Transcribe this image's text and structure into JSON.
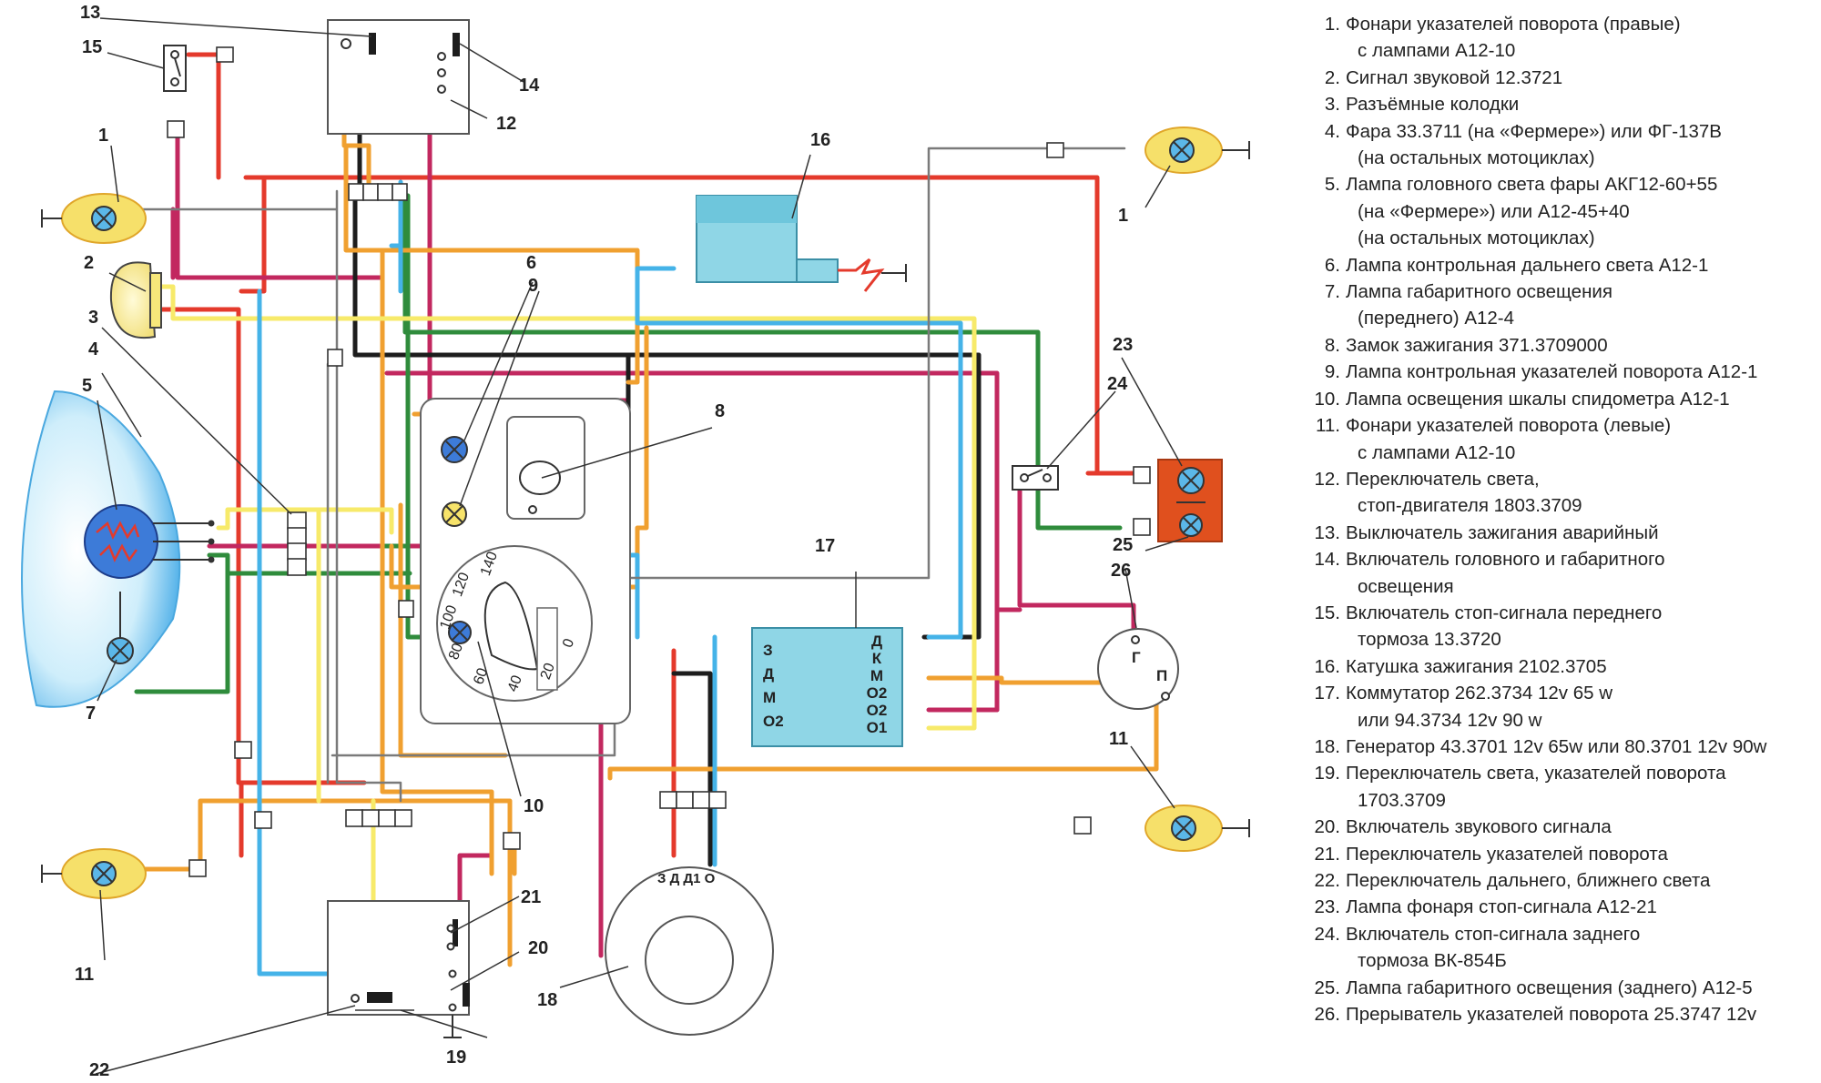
{
  "colors": {
    "red": "#e43a2c",
    "black": "#1d1d1d",
    "green": "#2f8c3c",
    "orange": "#f0a030",
    "magenta": "#c2285f",
    "yellow": "#f7ea6a",
    "blue": "#45b3e8",
    "gray": "#7a7a7a",
    "lamp_fill": "#5bb7e8",
    "lamp_halo": "#f6e06a",
    "box_fill": "#8fd6e6",
    "stop_lamp_box": "#e0501e"
  },
  "callouts": {
    "n1": "1",
    "n2": "2",
    "n3": "3",
    "n4": "4",
    "n5": "5",
    "n6": "6",
    "n7": "7",
    "n8": "8",
    "n9": "9",
    "n10": "10",
    "n11": "11",
    "n12": "12",
    "n13": "13",
    "n14": "14",
    "n15": "15",
    "n16": "16",
    "n17": "17",
    "n18": "18",
    "n19": "19",
    "n20": "20",
    "n21": "21",
    "n22": "22",
    "n23": "23",
    "n24": "24",
    "n25": "25",
    "n26": "26"
  },
  "commutator_pins": {
    "left": [
      "З",
      "Д",
      "М",
      "О2"
    ],
    "right": [
      "Д",
      "К",
      "М",
      "О2",
      "О2",
      "О1"
    ]
  },
  "generator_pins": "З Д Д1 О",
  "breaker_pins": {
    "g": "Г",
    "p": "П"
  },
  "speedometer_ticks": [
    "0",
    "20",
    "40",
    "60",
    "80",
    "100",
    "120",
    "140"
  ],
  "legend": [
    {
      "num": "1.",
      "lines": [
        "Фонари указателей поворота (правые)",
        "с лампами А12-10"
      ]
    },
    {
      "num": "2.",
      "lines": [
        "Сигнал звуковой 12.3721"
      ]
    },
    {
      "num": "3.",
      "lines": [
        "Разъёмные колодки"
      ]
    },
    {
      "num": "4.",
      "lines": [
        "Фара 33.3711 (на «Фермере») или ФГ-137В",
        "(на остальных мотоциклах)"
      ]
    },
    {
      "num": "5.",
      "lines": [
        "Лампа головного света фары АКГ12-60+55",
        "(на «Фермере») или А12-45+40",
        "(на остальных мотоциклах)"
      ]
    },
    {
      "num": "6.",
      "lines": [
        "Лампа контрольная дальнего света А12-1"
      ]
    },
    {
      "num": "7.",
      "lines": [
        "Лампа габаритного освещения",
        "(переднего) А12-4"
      ]
    },
    {
      "num": "8.",
      "lines": [
        "Замок зажигания 371.3709000"
      ]
    },
    {
      "num": "9.",
      "lines": [
        "Лампа контрольная указателей поворота А12-1"
      ]
    },
    {
      "num": "10.",
      "lines": [
        "Лампа освещения шкалы спидометра А12-1"
      ]
    },
    {
      "num": "11.",
      "lines": [
        "Фонари указателей поворота (левые)",
        "с лампами А12-10"
      ]
    },
    {
      "num": "12.",
      "lines": [
        "Переключатель света,",
        "стоп-двигателя 1803.3709"
      ]
    },
    {
      "num": "13.",
      "lines": [
        "Выключатель зажигания аварийный"
      ]
    },
    {
      "num": "14.",
      "lines": [
        "Включатель головного и габаритного",
        "освещения"
      ]
    },
    {
      "num": "15.",
      "lines": [
        "Включатель стоп-сигнала переднего",
        "тормоза 13.3720"
      ]
    },
    {
      "num": "16.",
      "lines": [
        "Катушка зажигания 2102.3705"
      ]
    },
    {
      "num": "17.",
      "lines": [
        "Коммутатор 262.3734 12v 65 w",
        "или 94.3734 12v 90 w"
      ]
    },
    {
      "num": "18.",
      "lines": [
        "Генератор 43.3701 12v 65w или 80.3701 12v 90w"
      ]
    },
    {
      "num": "19.",
      "lines": [
        "Переключатель света, указателей поворота",
        "1703.3709"
      ]
    },
    {
      "num": "20.",
      "lines": [
        "Включатель звукового сигнала"
      ]
    },
    {
      "num": "21.",
      "lines": [
        "Переключатель указателей поворота"
      ]
    },
    {
      "num": "22.",
      "lines": [
        "Переключатель дальнего, ближнего света"
      ]
    },
    {
      "num": "23.",
      "lines": [
        "Лампа фонаря стоп-сигнала А12-21"
      ]
    },
    {
      "num": "24.",
      "lines": [
        "Включатель стоп-сигнала заднего",
        "тормоза ВК-854Б"
      ]
    },
    {
      "num": "25.",
      "lines": [
        "Лампа габаритного освещения (заднего) А12-5"
      ]
    },
    {
      "num": "26.",
      "lines": [
        "Прерыватель указателей поворота 25.3747 12v"
      ]
    }
  ]
}
